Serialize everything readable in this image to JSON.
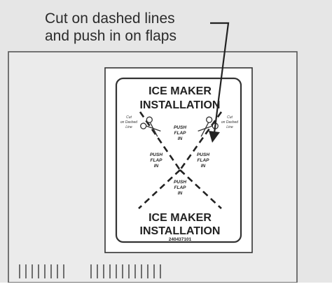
{
  "callout": {
    "line1": "Cut on dashed lines",
    "line2": "and push in on flaps"
  },
  "label": {
    "title_top_line1": "ICE MAKER",
    "title_top_line2": "INSTALLATION",
    "title_bottom_line1": "ICE MAKER",
    "title_bottom_line2": "INSTALLATION",
    "part_number": "240437101",
    "cut_left": [
      "Cut",
      "on Dashed",
      "Line"
    ],
    "cut_right": [
      "Cut",
      "on Dashed",
      "Line"
    ],
    "flap_top": [
      "PUSH",
      "FLAP",
      "IN"
    ],
    "flap_left": [
      "PUSH",
      "FLAP",
      "IN"
    ],
    "flap_right": [
      "PUSH",
      "FLAP",
      "IN"
    ],
    "flap_bottom": [
      "PUSH",
      "FLAP",
      "IN"
    ]
  },
  "icons": [
    "scissors-icon",
    "scissors-icon"
  ],
  "colors": {
    "background": "#e6e6e6",
    "panel_fill": "#e9e9e9",
    "outline": "#333333",
    "text": "#222222"
  }
}
